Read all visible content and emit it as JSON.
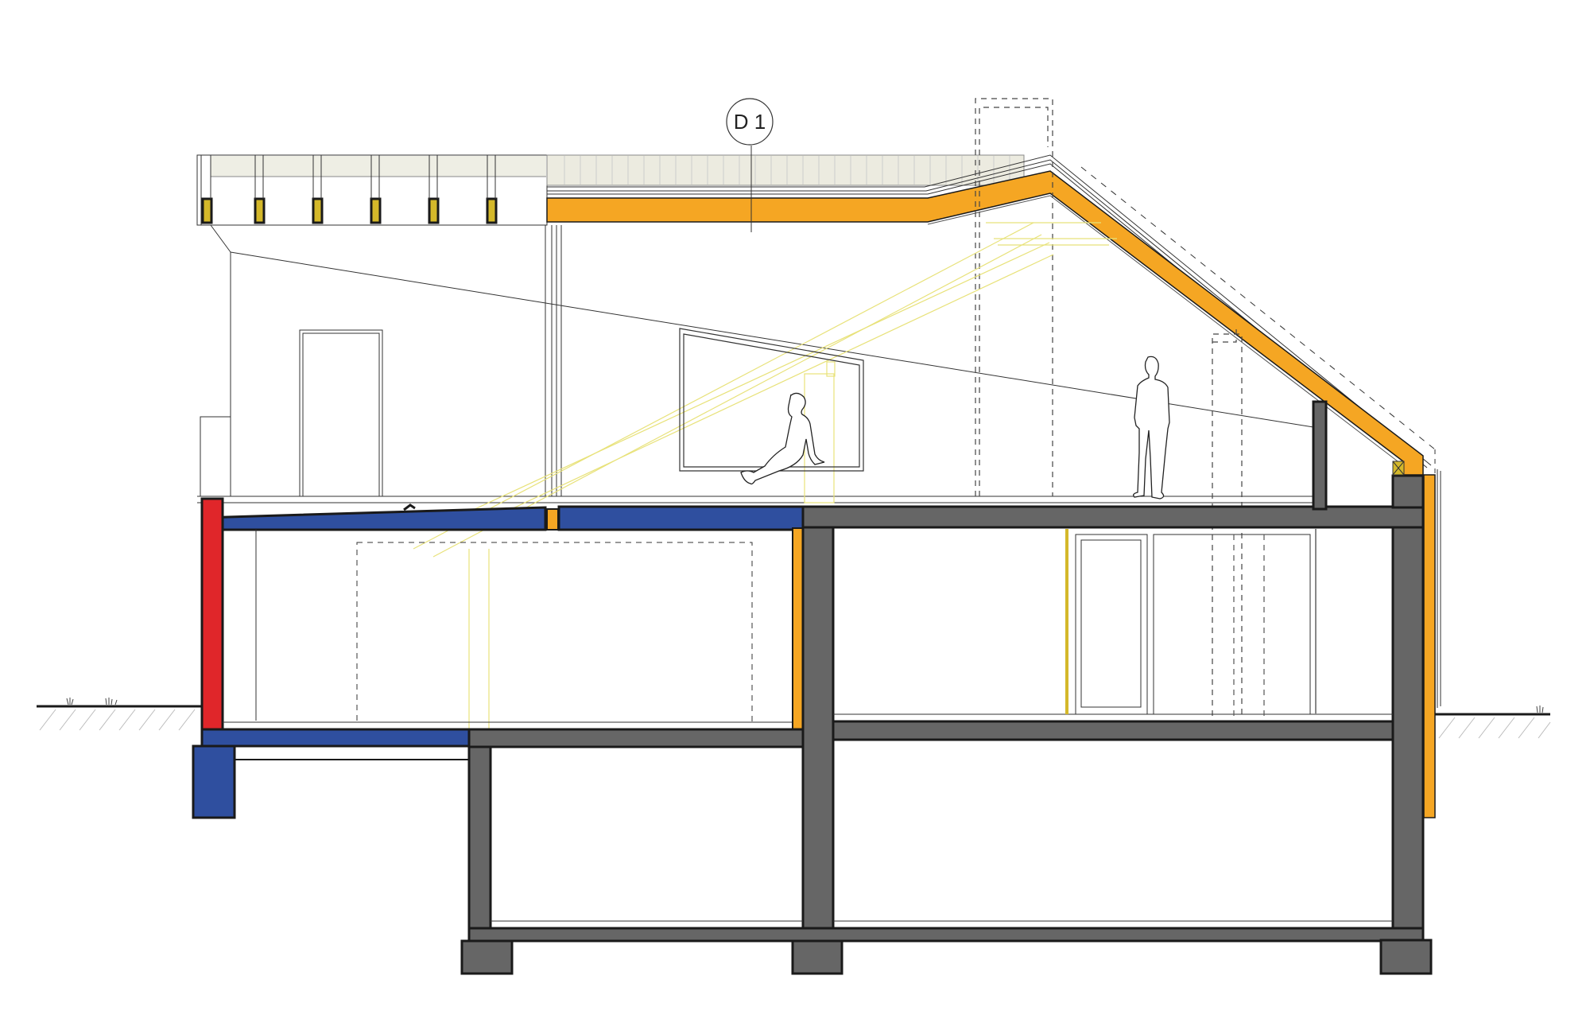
{
  "drawing": {
    "type": "architectural-section",
    "detail_tag": "D 1"
  },
  "colors": {
    "concrete": "#666666",
    "insulation_orange": "#f5a623",
    "blue_structure": "#2f4f9f",
    "red_wall": "#e0262a",
    "timber_beam": "#d4b82a",
    "gravel_roof": "#ecebe0",
    "outline": "#1a1a1a",
    "sun_lines": "#e8e27a"
  },
  "legend_elements": [
    {
      "name": "existing-concrete-structure",
      "color": "#666666"
    },
    {
      "name": "thermal-insulation",
      "color": "#f5a623"
    },
    {
      "name": "new-structure",
      "color": "#2f4f9f"
    },
    {
      "name": "masonry-wall",
      "color": "#e0262a"
    }
  ]
}
